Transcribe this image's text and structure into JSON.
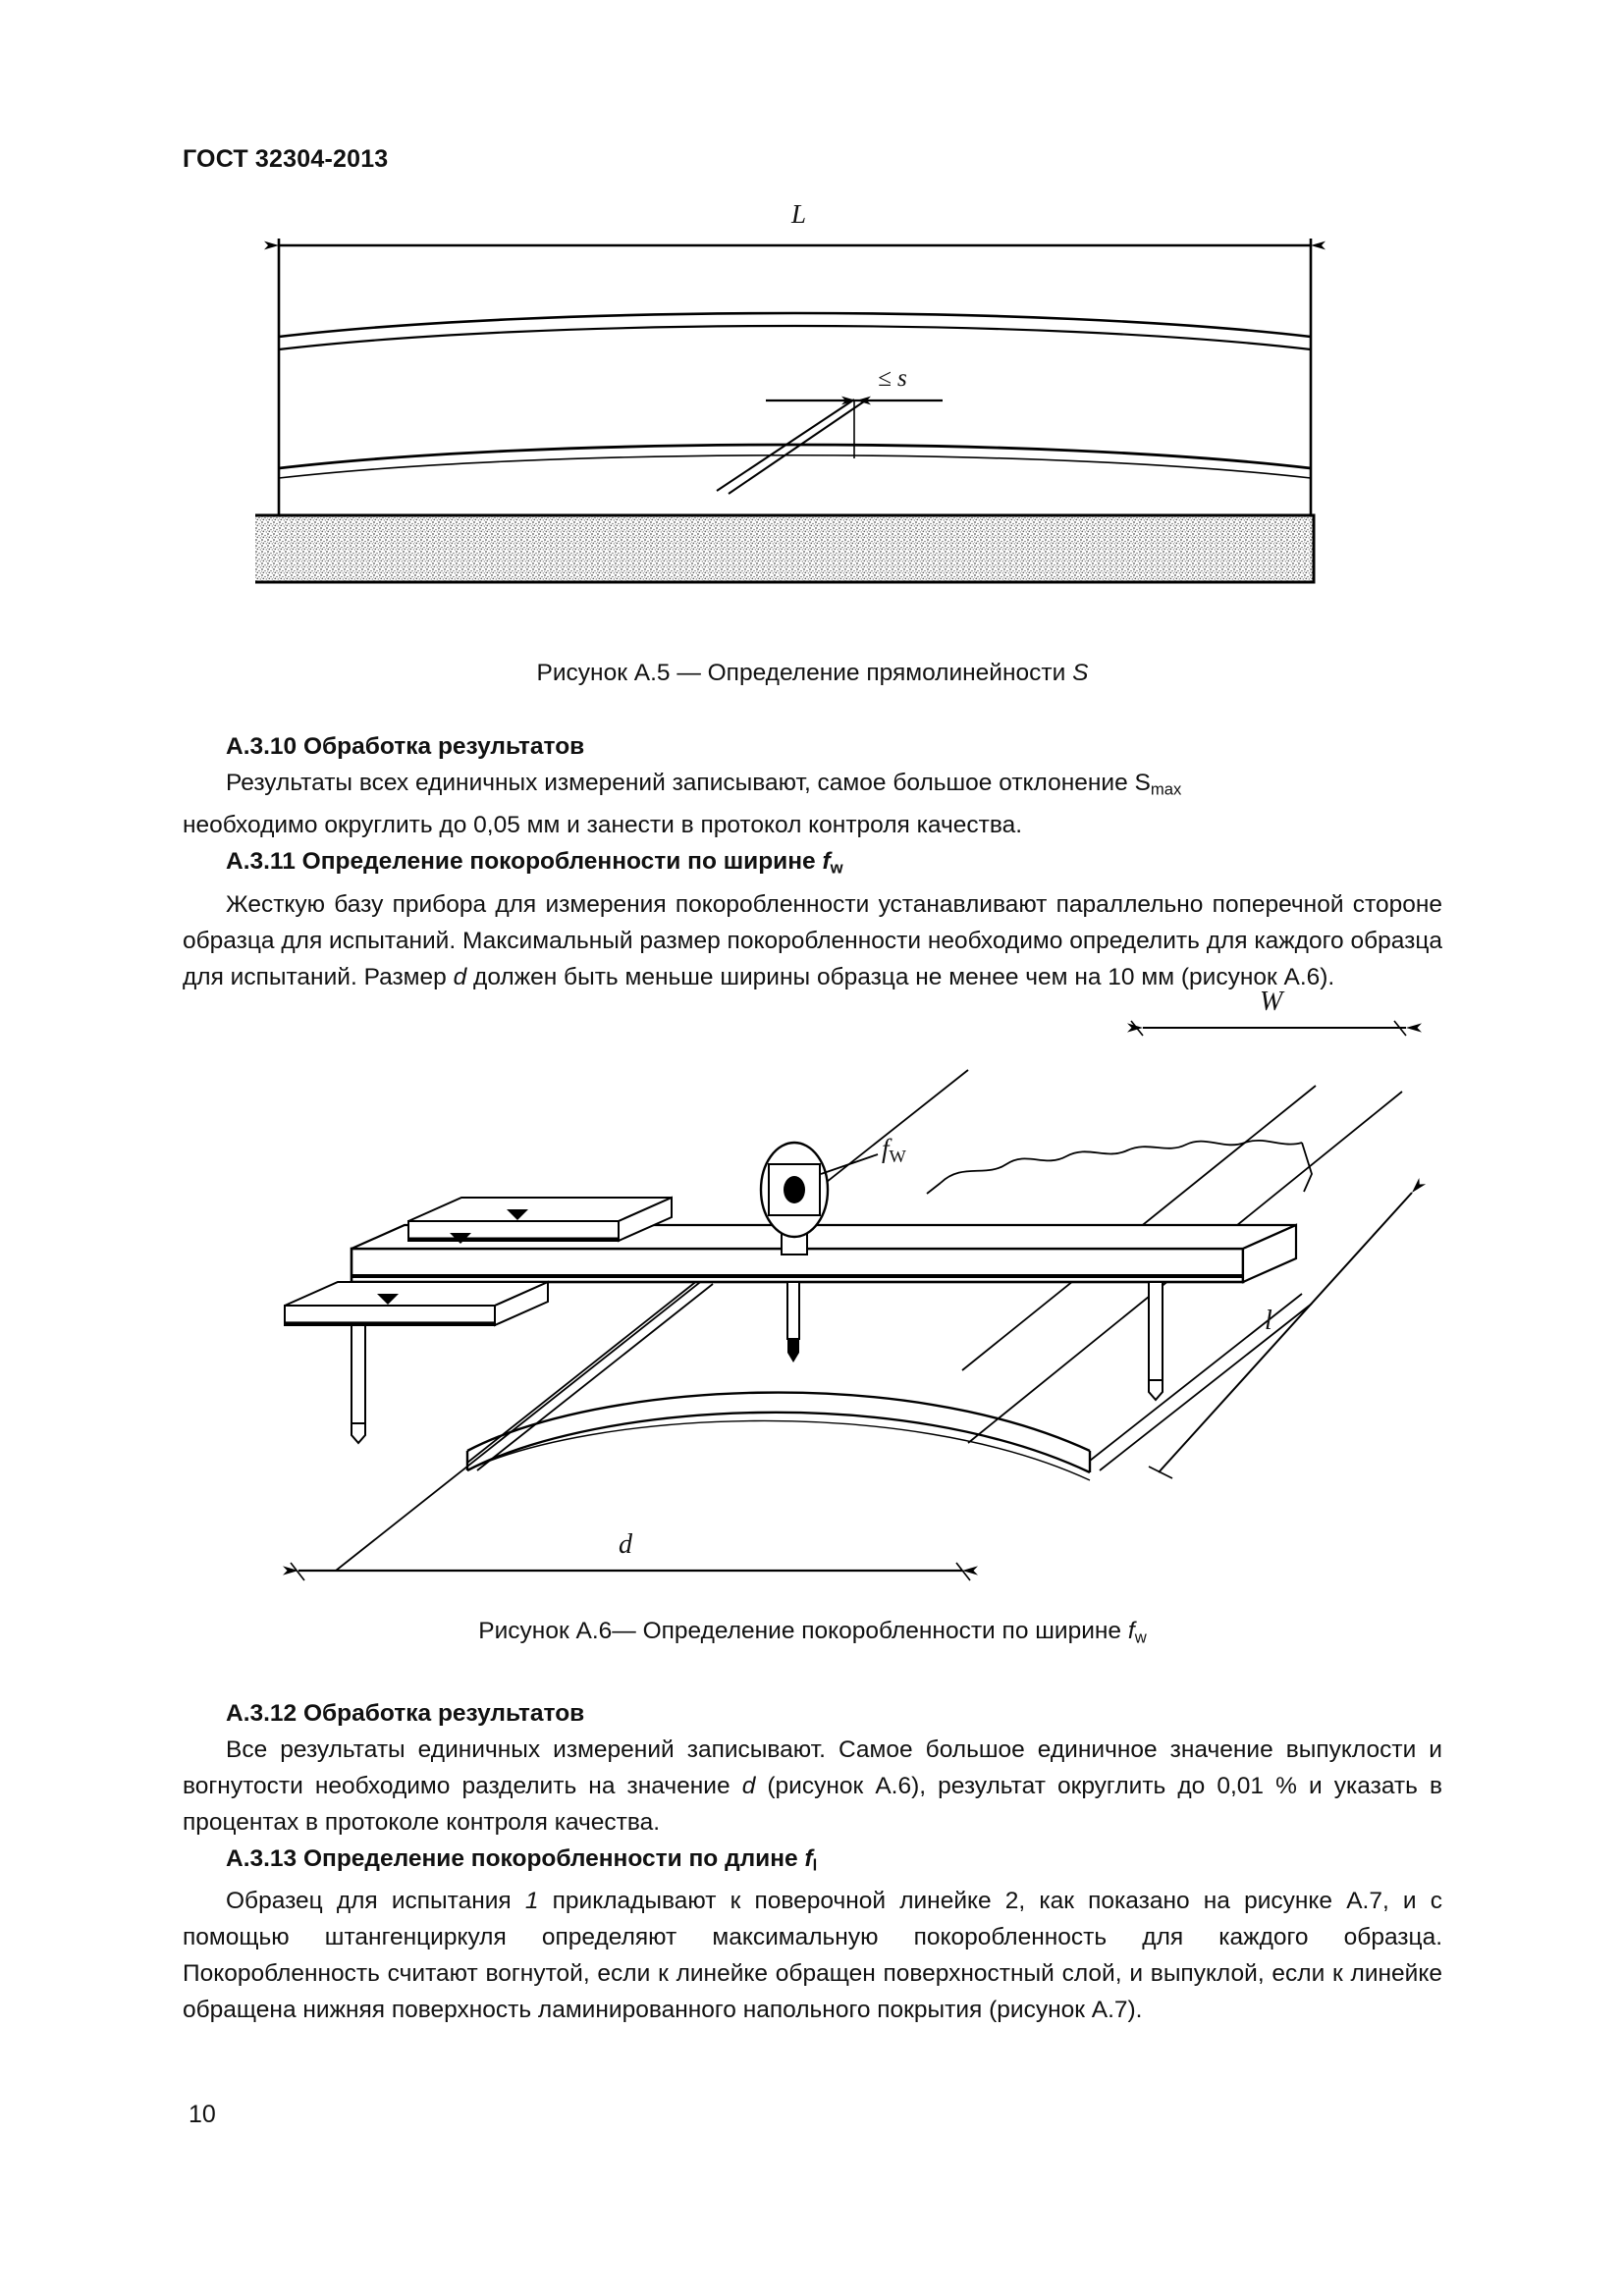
{
  "header": {
    "standard": "ГОСТ 32304-2013"
  },
  "page_number": "10",
  "figure_a5": {
    "dimension_length_label": "L",
    "deviation_label": "≤ s",
    "caption_prefix": "Рисунок А.5 — Определение прямолинейности ",
    "caption_symbol": "S"
  },
  "section_a310": {
    "heading": "A.3.10 Обработка результатов",
    "line1": "Результаты всех единичных измерений записывают, самое большое отклонение S",
    "line1_sub": "max",
    "line2": "необходимо округлить до 0,05 мм и занести в протокол контроля качества."
  },
  "section_a311": {
    "heading_prefix": "A.3.11 Определение покоробленности по ширине ",
    "heading_symbol": "f",
    "heading_symbol_sub": "w",
    "para_part1": "Жесткую базу прибора для измерения покоробленности устанавливают параллельно поперечной стороне образца для испытаний. Максимальный размер покоробленности необходимо определить для каждого образца для испытаний. Размер ",
    "para_symbol_d": "d",
    "para_part2": " должен быть меньше ширины образца не менее чем на 10 мм (рисунок А.6)."
  },
  "figure_a6": {
    "label_w_top": "W",
    "label_fw": "f",
    "label_fw_sub": "W",
    "label_l_right": "l",
    "label_d_bottom": "d",
    "caption_prefix": "Рисунок А.6— Определение покоробленности по ширине ",
    "caption_symbol": "f",
    "caption_symbol_sub": "w"
  },
  "section_a312": {
    "heading": "A.3.12 Обработка результатов",
    "para_part1": "Все результаты единичных измерений записывают. Самое большое единичное значение выпуклости и вогнутости необходимо разделить на значение ",
    "para_symbol_d": "d",
    "para_part2": " (рисунок А.6), результат округлить до 0,01 % и указать в процентах в протоколе контроля качества."
  },
  "section_a313": {
    "heading_prefix": "A.3.13 Определение покоробленности по длине ",
    "heading_symbol": "f",
    "heading_symbol_sub": "l",
    "para_part1": "Образец для испытания ",
    "para_num1": "1",
    "para_part2": " прикладывают к поверочной линейке 2, как показано на рисунке А.7, и с помощью штангенциркуля определяют максимальную покоробленность для каждого образца. Покоробленность считают вогнутой, если к линейке обращен поверхностный слой, и выпуклой, если к линейке обращена нижняя поверхность ламинированного  напольного покрытия (рисунок А.7)."
  },
  "colors": {
    "ink": "#111111",
    "line": "#000000",
    "hatch": "#8a8a8a"
  }
}
